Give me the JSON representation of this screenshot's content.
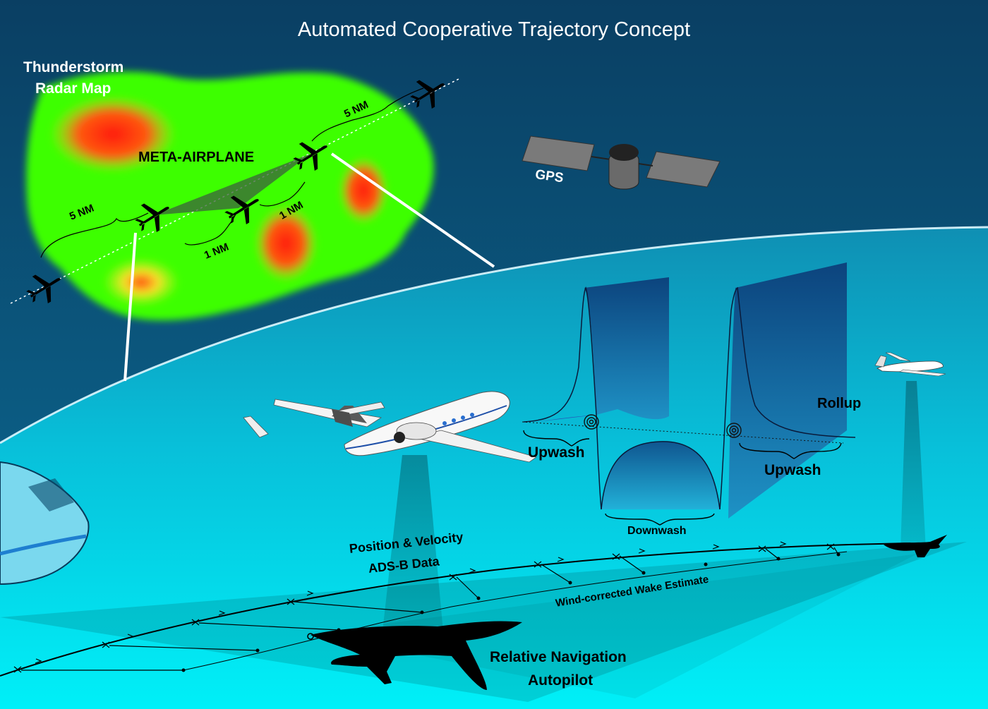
{
  "title": "Automated Cooperative Trajectory Concept",
  "radar": {
    "label_line1": "Thunderstorm",
    "label_line2": "Radar Map",
    "meta_label": "META-AIRPLANE",
    "dist_5nm_left": "5 NM",
    "dist_5nm_right": "5 NM",
    "dist_1nm_lower": "1 NM",
    "dist_1nm_upper": "1 NM"
  },
  "gps_label": "GPS",
  "wake": {
    "upwash_left": "Upwash",
    "upwash_right": "Upwash",
    "downwash": "Downwash",
    "rollup": "Rollup"
  },
  "ground": {
    "adsb_line1": "Position & Velocity",
    "adsb_line2": "ADS-B Data",
    "wake_estimate": "Wind-corrected Wake Estimate",
    "autopilot_line1": "Relative Navigation",
    "autopilot_line2": "Autopilot"
  },
  "colors": {
    "sky_dark": "#0a4468",
    "sky_mid": "#0c6a92",
    "earth_top": "#0f9cbf",
    "earth_bottom": "#00ecf6",
    "radar_green": "#3cff00",
    "radar_yellow": "#f4e82a",
    "radar_red": "#ff1a0a",
    "wake_blue": "#1e5fa8",
    "shadow": "#000000"
  }
}
